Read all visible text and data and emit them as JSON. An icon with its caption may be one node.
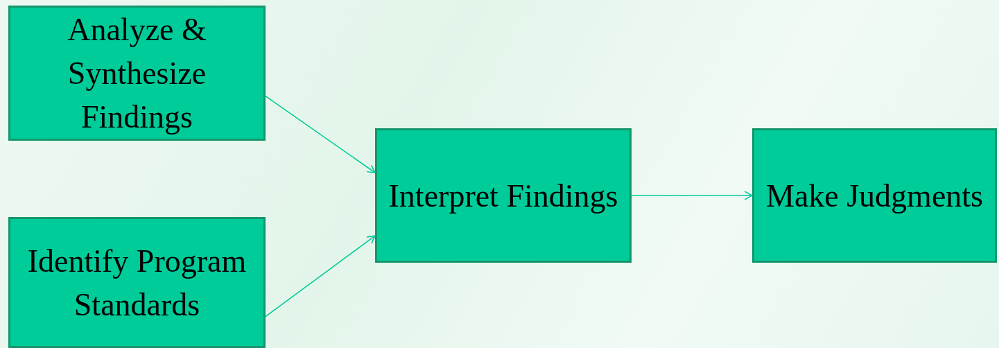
{
  "diagram": {
    "nodes": [
      {
        "text": [
          "Analyze & Synthesize Findings"
        ]
      },
      {
        "text": [
          "Identify Program Standards"
        ]
      },
      {
        "text": [
          "Interpret Findings"
        ]
      },
      {
        "text": [
          "Make Judgments"
        ]
      }
    ],
    "edges": [
      {
        "from": 0,
        "to": 2,
        "arrow": "to"
      },
      {
        "from": 1,
        "to": 2,
        "arrow": "to"
      },
      {
        "from": 2,
        "to": 3,
        "arrow": "to"
      }
    ]
  }
}
